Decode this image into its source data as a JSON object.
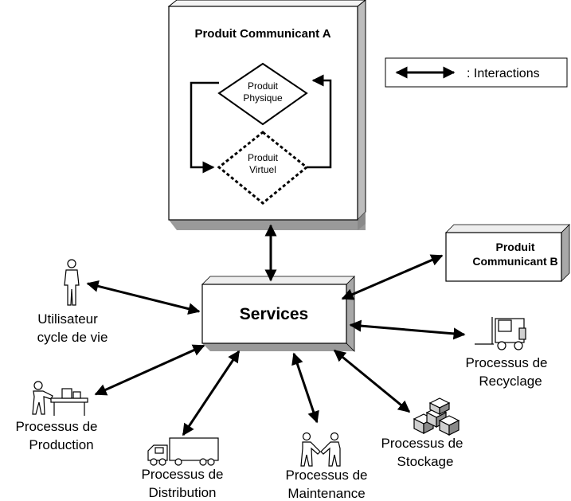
{
  "product_a": {
    "title": "Produit Communicant A",
    "physical": [
      "Produit",
      "Physique"
    ],
    "virtual": [
      "Produit",
      "Virtuel"
    ]
  },
  "legend": {
    "text": ": Interactions"
  },
  "services": {
    "label": "Services"
  },
  "product_b": {
    "lines": [
      "Produit",
      "Communicant B"
    ]
  },
  "actors": {
    "user": [
      "Utilisateur",
      "cycle de vie"
    ],
    "recycling": [
      "Processus de",
      "Recyclage"
    ],
    "production": [
      "Processus de",
      "Production"
    ],
    "distribution": [
      "Processus de",
      "Distribution"
    ],
    "maintenance": [
      "Processus de",
      "Maintenance"
    ],
    "storage": [
      "Processus de",
      "Stockage"
    ]
  }
}
